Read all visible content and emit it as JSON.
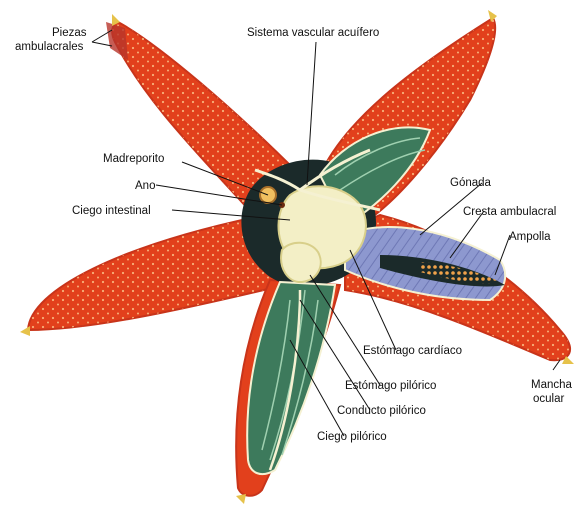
{
  "diagram": {
    "labels": {
      "piezas_line1": "Piezas",
      "piezas_line2": "ambulacrales",
      "sistema": "Sistema vascular acuífero",
      "madreporito": "Madreporito",
      "ano": "Ano",
      "ciego_intestinal": "Ciego intestinal",
      "gonada": "Gónada",
      "cresta": "Cresta ambulacral",
      "ampolla": "Ampolla",
      "estomago_cardiaco": "Estómago cardíaco",
      "estomago_pilorico": "Estómago pilórico",
      "conducto_pilorico": "Conducto pilórico",
      "ciego_pilorico": "Ciego pilórico",
      "mancha_line1": "Mancha",
      "mancha_line2": "ocular"
    },
    "colors": {
      "body": "#e2401c",
      "outline": "#c8341a",
      "spine": "#f7b07a",
      "inner_dark": "#1b2a2a",
      "green": "#3d7a5c",
      "blue": "#8d98cf",
      "stomach": "#f3efc6",
      "vessel": "#f5f1d2",
      "tip": "#e6c24a"
    }
  }
}
